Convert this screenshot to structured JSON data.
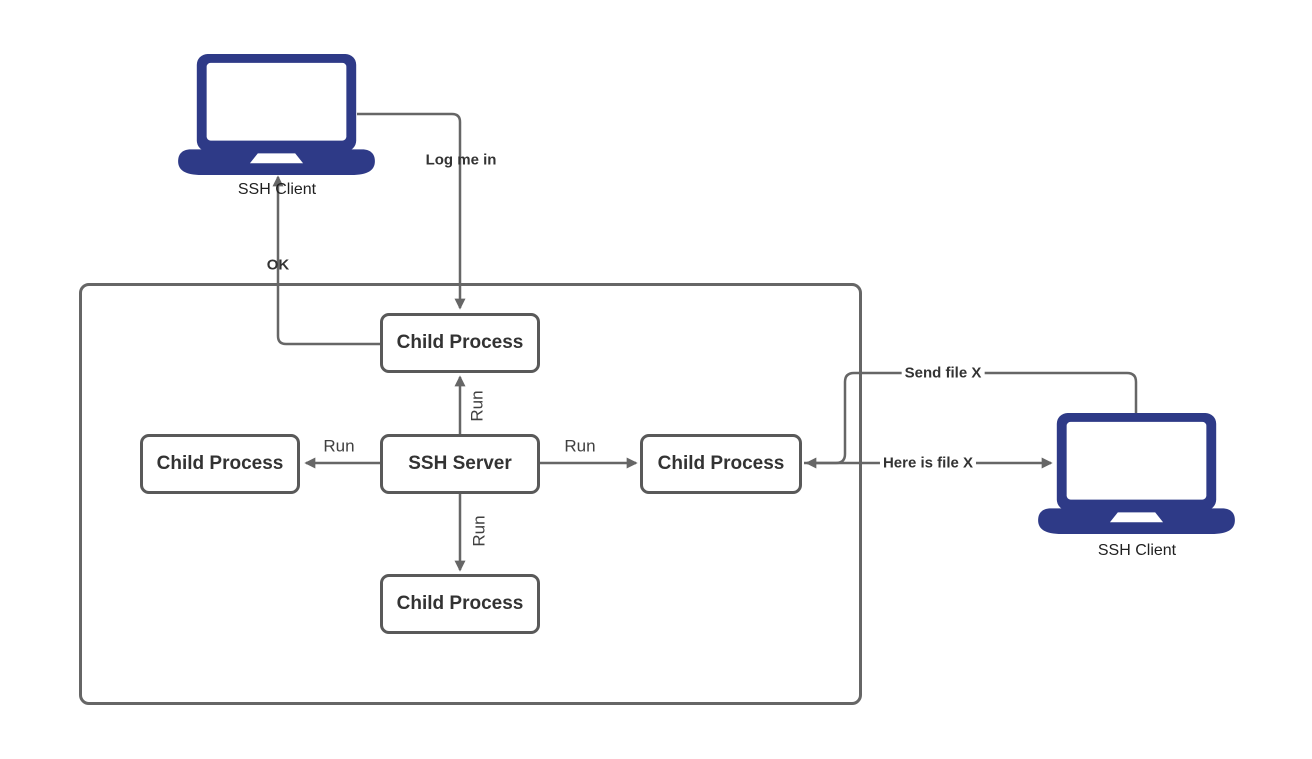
{
  "colors": {
    "laptop_navy": "#2e3a87",
    "connector_gray": "#666666",
    "box_border_gray": "#595959",
    "box_text": "#333333",
    "background": "#ffffff"
  },
  "nodes": {
    "ssh_client_top": {
      "label": "SSH Client"
    },
    "ssh_client_right": {
      "label": "SSH Client"
    },
    "ssh_server": {
      "label": "SSH Server"
    },
    "child_process_top": {
      "label": "Child Process"
    },
    "child_process_left": {
      "label": "Child Process"
    },
    "child_process_right": {
      "label": "Child Process"
    },
    "child_process_bottom": {
      "label": "Child Process"
    }
  },
  "edges": {
    "log_me_in": {
      "label": "Log me in"
    },
    "ok": {
      "label": "OK"
    },
    "run_up": {
      "label": "Run"
    },
    "run_left": {
      "label": "Run"
    },
    "run_right": {
      "label": "Run"
    },
    "run_down": {
      "label": "Run"
    },
    "send_file": {
      "label": "Send file X"
    },
    "here_is_file": {
      "label": "Here is file X"
    }
  }
}
